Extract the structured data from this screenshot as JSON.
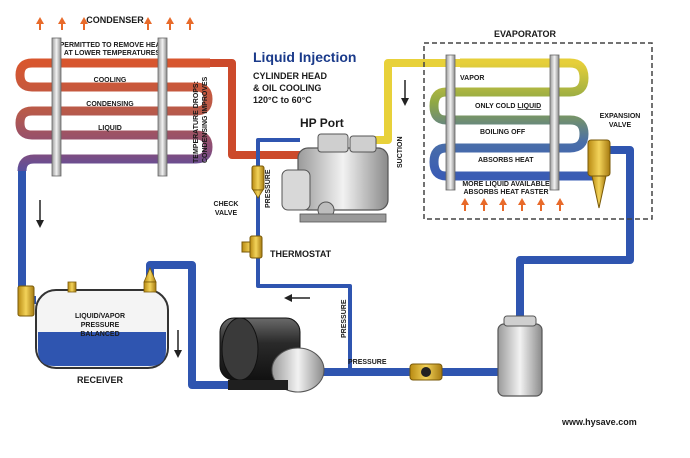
{
  "condenser": {
    "title": "CONDENSER",
    "note_line1": "PERMITTED TO REMOVE HEAT",
    "note_line2": "AT LOWER TEMPERATURES",
    "stage_cooling": "COOLING",
    "stage_condensing": "CONDENSING",
    "stage_liquid": "LIQUID",
    "temp_note_line1": "TEMPERATURE DROPS:",
    "temp_note_line2": "CONDENSING IMPROVES"
  },
  "injection": {
    "title": "Liquid Injection",
    "line1": "CYLINDER HEAD",
    "line2": "& OIL COOLING",
    "line3": "120°C to 60°C"
  },
  "hp_port": "HP Port",
  "evaporator": {
    "title": "EVAPORATOR",
    "vapor": "VAPOR",
    "only_cold_prefix": "ONLY COLD ",
    "only_cold_word": "LIQUID",
    "boiling_off": "BOILING OFF",
    "absorbs_heat": "ABSORBS HEAT",
    "more_liquid_line1": "MORE LIQUID AVAILABLE",
    "more_liquid_line2": "ABSORBS HEAT FASTER"
  },
  "expansion_valve_line1": "EXPANSION",
  "expansion_valve_line2": "VALVE",
  "suction": "SUCTION",
  "pressure_vertical_1": "PRESSURE",
  "pressure_vertical_2": "PRESSURE",
  "pressure_horizontal": "PRESSURE",
  "check_valve_line1": "CHECK",
  "check_valve_line2": "VALVE",
  "thermostat": "THERMOSTAT",
  "receiver": {
    "title": "RECEIVER",
    "line1": "LIQUID/VAPOR",
    "line2": "PRESSURE",
    "line3": "BALANCED"
  },
  "website": "www.hysave.com",
  "colors": {
    "blue_pipe": "#2f55b0",
    "blue_dark": "#1c3580",
    "red_pipe": "#cc4a2b",
    "yellow_pipe": "#e8d13a",
    "green_coil": "#9aa83c",
    "arrow_orange": "#e86a2a",
    "evaporator_box": "#444444"
  }
}
